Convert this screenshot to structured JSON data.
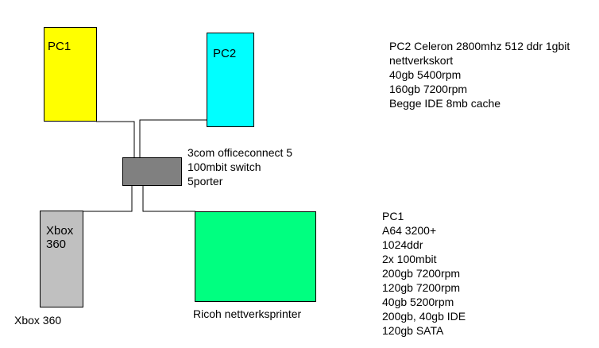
{
  "colors": {
    "pc1": "#ffff00",
    "pc2": "#00ffff",
    "switch": "#808080",
    "xbox": "#c0c0c0",
    "printer": "#00ff80"
  },
  "nodes": {
    "pc1": {
      "label": "PC1"
    },
    "pc2": {
      "label": "PC2"
    },
    "xbox": {
      "label": "Xbox\n360",
      "caption": "Xbox 360"
    },
    "printer": {
      "caption": "Ricoh nettverksprinter"
    }
  },
  "switch_text": [
    "3com officeconnect 5",
    "100mbit switch",
    "5porter"
  ],
  "pc2_specs": [
    "PC2 Celeron 2800mhz 512 ddr 1gbit",
    "nettverkskort",
    "40gb 5400rpm",
    "160gb 7200rpm",
    "Begge IDE 8mb cache"
  ],
  "pc1_specs": [
    "PC1",
    "A64 3200+",
    "1024ddr",
    "2x 100mbit",
    "200gb 7200rpm",
    "120gb 7200rpm",
    "40gb 5200rpm",
    "200gb, 40gb IDE",
    "120gb SATA"
  ]
}
